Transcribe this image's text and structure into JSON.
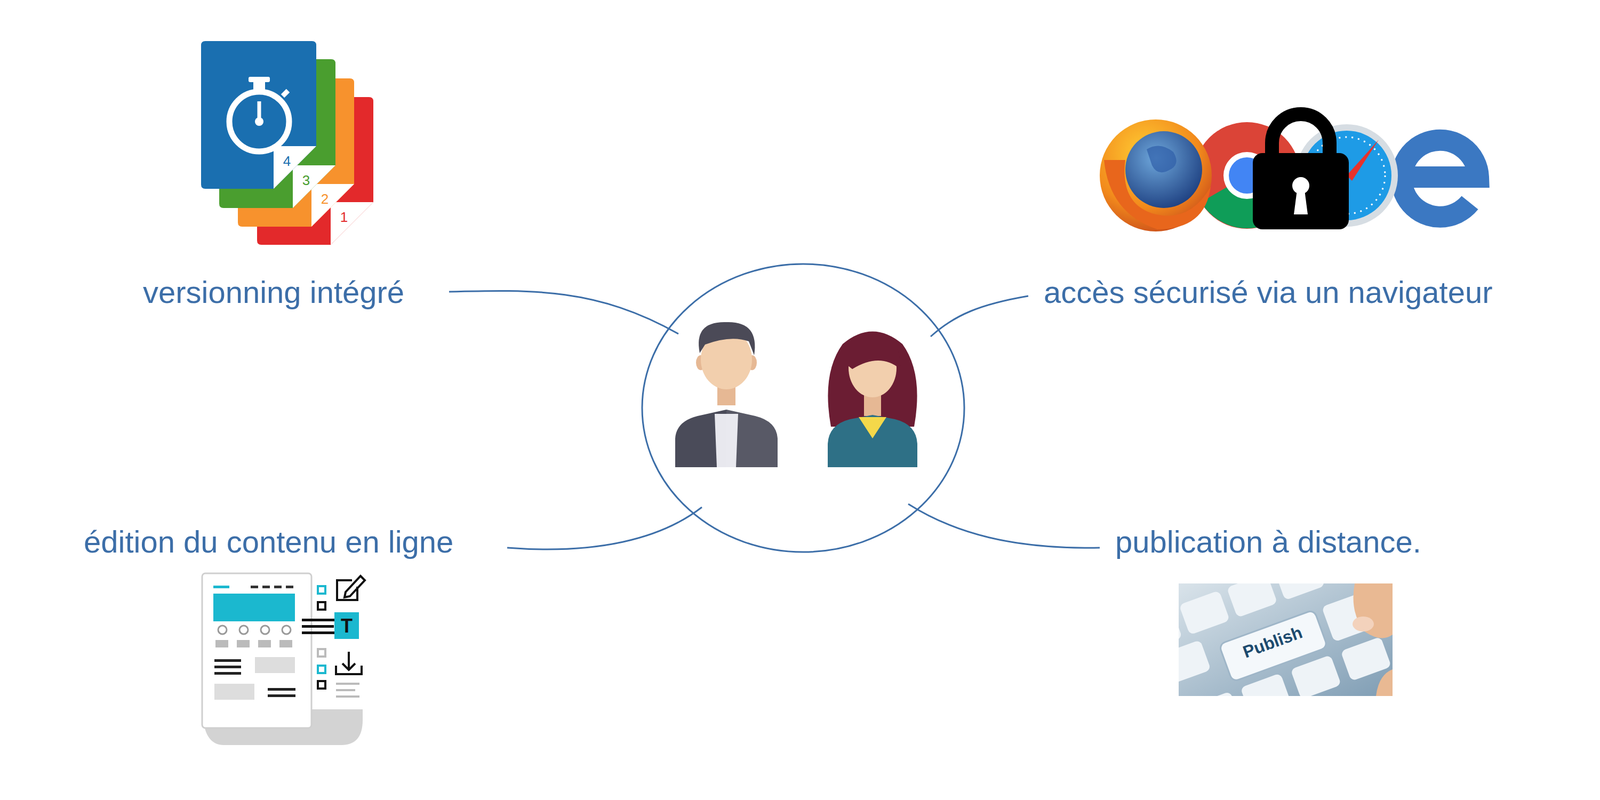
{
  "diagram": {
    "labels": [
      "4",
      "3",
      "2",
      "1",
      "versionning intégré",
      "accès sécurisé via un navigateur",
      "édition du contenu en ligne",
      "T",
      "publication à distance.",
      "Publish"
    ]
  }
}
